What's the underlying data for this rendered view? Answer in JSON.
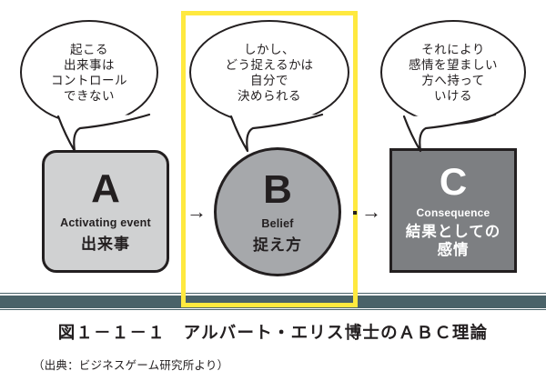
{
  "figure": {
    "caption_title": "図１－１－１　アルバート・エリス博士のＡＢＣ理論",
    "caption_source": "（出典：ビジネスゲーム研究所より）"
  },
  "colors": {
    "highlight": "#ffe93f",
    "band": "#4a6268",
    "box_a_fill": "#d0d1d2",
    "circle_b_fill": "#a6a8ab",
    "box_c_fill": "#7d7f82",
    "outline": "#231f20",
    "light_text": "#ffffff"
  },
  "bubbles": {
    "a": {
      "lines": [
        "起こる",
        "出来事は",
        "コントロール",
        "できない"
      ]
    },
    "b": {
      "lines": [
        "しかし、",
        "どう捉えるかは",
        "自分で",
        "決められる"
      ]
    },
    "c": {
      "lines": [
        "それにより",
        "感情を望ましい",
        "方へ持って",
        "いける"
      ]
    }
  },
  "nodes": {
    "a": {
      "letter": "A",
      "english": "Activating event",
      "japanese": "出来事"
    },
    "b": {
      "letter": "B",
      "english": "Belief",
      "japanese": "捉え方"
    },
    "c": {
      "letter": "C",
      "english": "Consequence",
      "japanese_line1": "結果としての",
      "japanese_line2": "感情"
    }
  },
  "connectors": {
    "a_to_b": "→",
    "b_to_c": "→"
  }
}
